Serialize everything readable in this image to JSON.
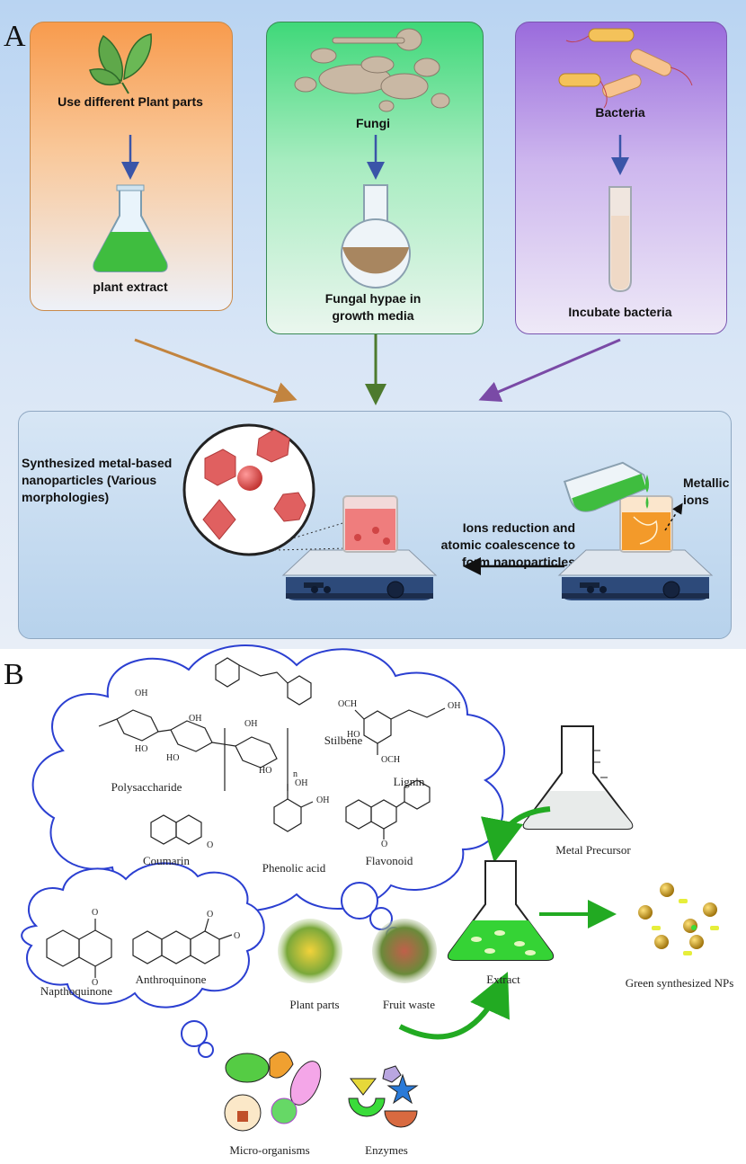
{
  "panel_a": {
    "letter": "A",
    "sources": [
      {
        "top_label": "Use different Plant parts",
        "bottom_label": "plant extract"
      },
      {
        "top_label": "Fungi",
        "bottom_label": "Fungal hypae in growth media"
      },
      {
        "top_label": "Bacteria",
        "bottom_label": "Incubate bacteria"
      }
    ],
    "synthesized_label": "Synthesized metal-based nanoparticles (Various morphologies)",
    "reduction_label": "Ions reduction and atomic coalescence to form nanoparticles",
    "metallic_ions_label": "Metallic ions",
    "colors": {
      "plant": "#f7a15e",
      "fungi": "#4ddc86",
      "bacteria": "#a47ee0",
      "arrow_plant": "#c07a2c",
      "arrow_fungi": "#4d7a2e",
      "arrow_bacteria": "#7a4aa6"
    }
  },
  "panel_b": {
    "letter": "B",
    "compounds": {
      "polysaccharide": "Polysaccharide",
      "stilbene": "Stilbene",
      "lignin": "Lignin",
      "coumarin": "Coumarin",
      "phenolic_acid": "Phenolic acid",
      "flavonoid": "Flavonoid",
      "napthoquinone": "Napthoquinone",
      "anthroquinone": "Anthroquinone"
    },
    "chem_text": {
      "oh": "OH",
      "ho": "HO",
      "och3": "OCH",
      "o": "O",
      "n": "n"
    },
    "sources": {
      "plant_parts": "Plant parts",
      "fruit_waste": "Fruit waste",
      "micro_organisms": "Micro-organisms",
      "enzymes": "Enzymes"
    },
    "process": {
      "metal_precursor": "Metal Precursor",
      "extract": "Extract",
      "green_nps": "Green synthesized NPs"
    },
    "colors": {
      "cloud": "#2b3fd1",
      "arrow": "#22aa22",
      "extract": "#35d335",
      "np_gold": "#c79a10",
      "np_yellow": "#e6ee3a"
    }
  }
}
